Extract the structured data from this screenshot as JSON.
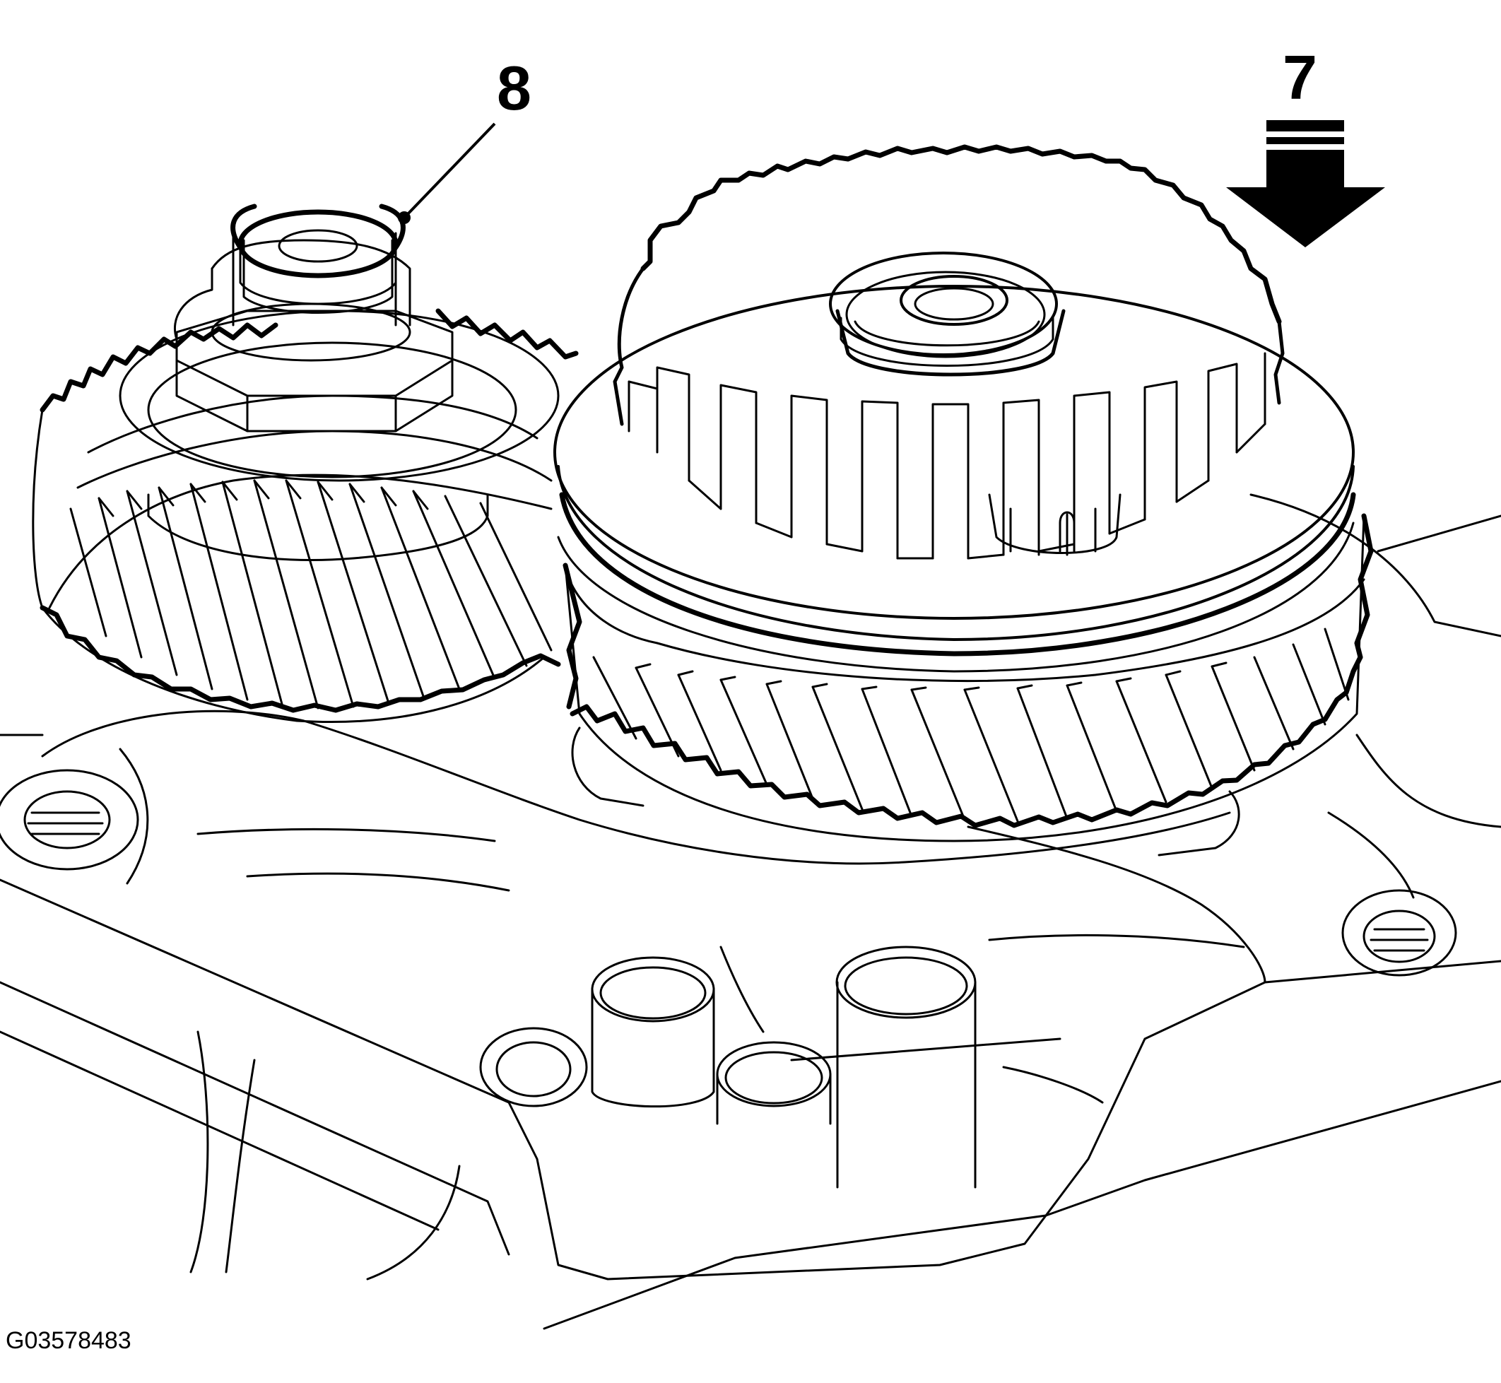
{
  "callouts": {
    "label_8": "8",
    "label_7": "7"
  },
  "figure_code": "G03578483",
  "colors": {
    "line": "#000000",
    "background": "#ffffff"
  },
  "icons": [
    "arrow-down-icon"
  ]
}
